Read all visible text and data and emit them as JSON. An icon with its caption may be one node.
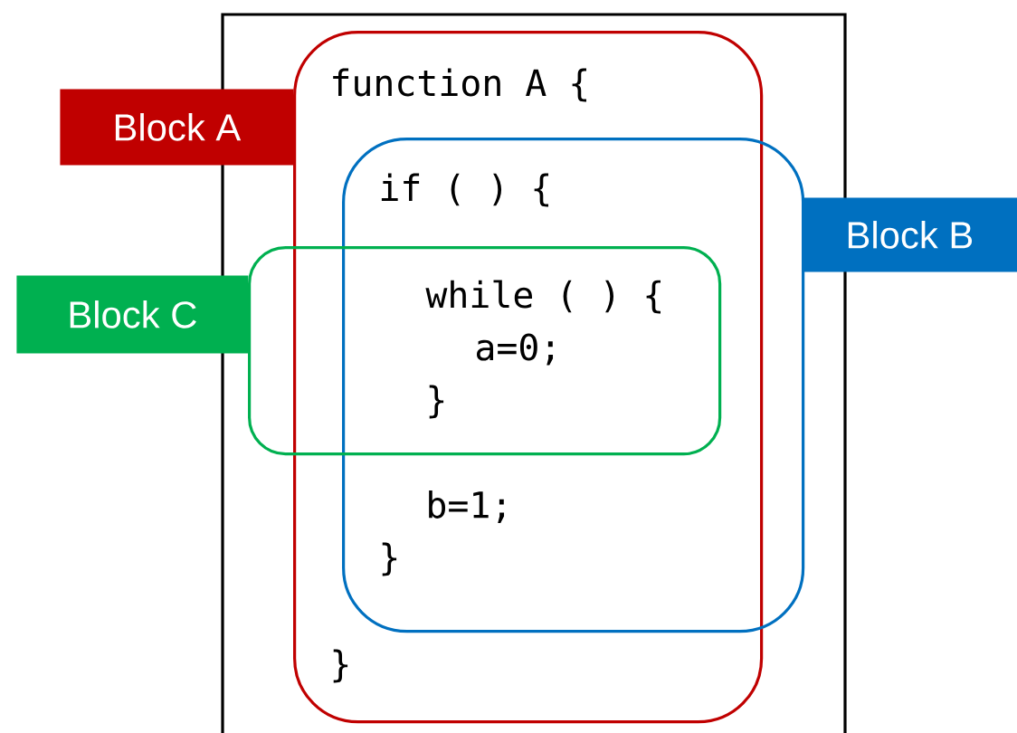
{
  "diagram": {
    "nodes": [
      {
        "text": [],
        "shape": "box"
      },
      {
        "text": [
          "function A {",
          "}"
        ],
        "in": 0
      },
      {
        "text": [
          "if ( ) {",
          "b=1;",
          "}"
        ],
        "in": 0
      },
      {
        "text": [
          "while ( ) {",
          "a=0;",
          "}"
        ],
        "in": 0
      },
      {
        "text": [
          "Block A"
        ]
      },
      {
        "text": [
          "Block B"
        ]
      },
      {
        "text": [
          "Block C"
        ]
      }
    ]
  }
}
